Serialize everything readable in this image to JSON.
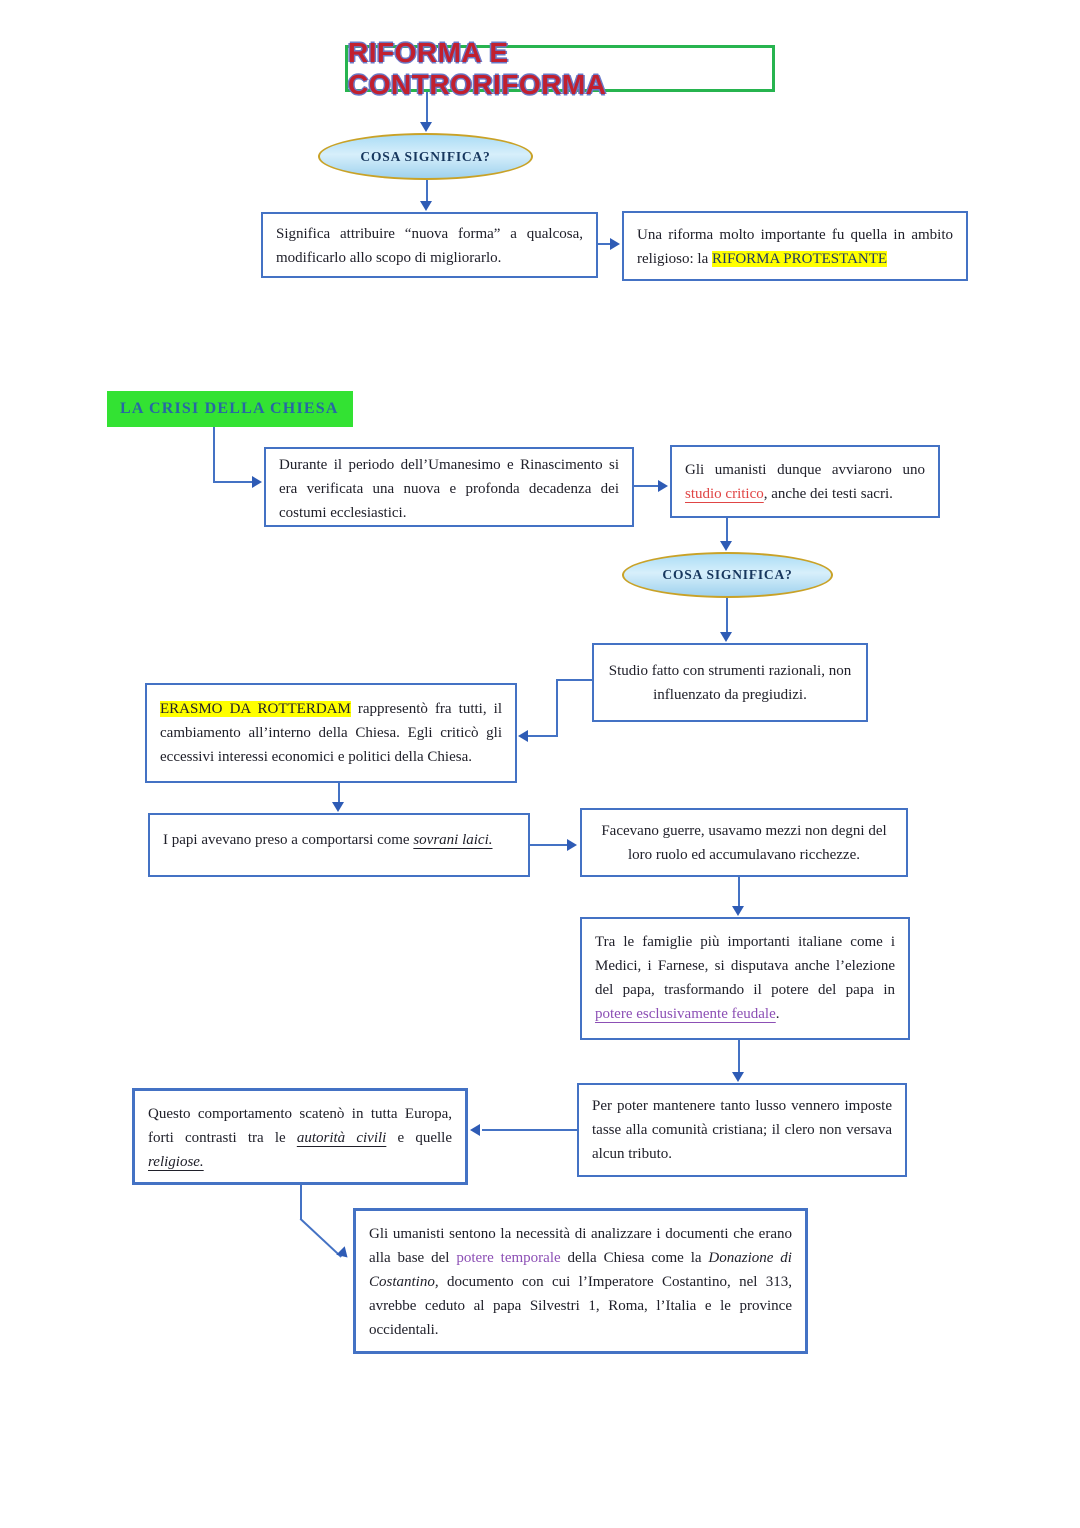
{
  "title": "RIFORMA E CONTRORIFORMA",
  "ellipses": {
    "first": "COSA SIGNIFICA?",
    "second": "COSA SIGNIFICA?"
  },
  "section_label": "LA CRISI DELLA CHIESA",
  "boxes": {
    "significa": {
      "segments": [
        {
          "t": "Significa attribuire “nuova forma” a qualcosa, modificarlo allo scopo di migliorarlo."
        }
      ]
    },
    "riforma_protestante": {
      "segments": [
        {
          "t": "Una riforma molto importante fu quella in ambito religioso: la "
        },
        {
          "t": "RIFORMA PROTESTANTE",
          "s": "hl-navy"
        }
      ]
    },
    "durante": {
      "segments": [
        {
          "t": "Durante il periodo dell’Umanesimo e Rinascimento si era verificata una nuova e profonda decadenza dei costumi ecclesiastici."
        }
      ]
    },
    "umanisti": {
      "segments": [
        {
          "t": "Gli umanisti dunque avviarono uno "
        },
        {
          "t": "studio critico",
          "s": "red-u"
        },
        {
          "t": ", anche dei testi sacri."
        }
      ]
    },
    "studio": {
      "text": "Studio fatto con strumenti razionali, non influenzato da pregiudizi."
    },
    "erasmo": {
      "segments": [
        {
          "t": "ERASMO DA ROTTERDAM",
          "s": "hl"
        },
        {
          "t": " rappresentò fra tutti, il cambiamento all’interno della Chiesa. Egli criticò gli eccessivi interessi economici e politici della Chiesa."
        }
      ]
    },
    "papi": {
      "segments": [
        {
          "t": "I papi avevano preso a comportarsi come "
        },
        {
          "t": "sovrani laici.",
          "s": "it-u"
        }
      ]
    },
    "facevano": {
      "text": "Facevano guerre, usavamo mezzi non degni del loro ruolo ed accumulavano ricchezze."
    },
    "famiglie": {
      "segments": [
        {
          "t": "Tra le famiglie più importanti italiane come i Medici, i Farnese, si disputava anche l’elezione del papa, trasformando il potere del papa in "
        },
        {
          "t": "potere esclusivamente feudale",
          "s": "purple-u"
        },
        {
          "t": "."
        }
      ]
    },
    "lusso": {
      "segments": [
        {
          "t": "Per poter mantenere tanto lusso vennero imposte tasse alla comunità cristiana; il clero non versava alcun tributo."
        }
      ]
    },
    "questo": {
      "segments": [
        {
          "t": "Questo comportamento scatenò in tutta Europa, forti contrasti tra le "
        },
        {
          "t": "autorità civili",
          "s": "it-u"
        },
        {
          "t": " e quelle "
        },
        {
          "t": "religiose.",
          "s": "it-u"
        }
      ]
    },
    "donazione": {
      "segments": [
        {
          "t": "Gli umanisti sentono la necessità di analizzare i documenti che erano alla base del "
        },
        {
          "t": "potere temporale",
          "s": "purple"
        },
        {
          "t": " della Chiesa come la "
        },
        {
          "t": "Donazione di Costantino,",
          "s": "it"
        },
        {
          "t": " documento con cui l’Imperatore Costantino, nel 313, avrebbe ceduto al papa Silvestri 1, Roma, l’Italia e le province occidentali."
        }
      ]
    }
  },
  "colors": {
    "title_red": "#C1202F",
    "title_outline_blue": "#6A79C8",
    "title_border_green": "#27B44F",
    "section_green": "#33E233",
    "section_text_blue": "#2767A5",
    "box_border_blue": "#4472C4",
    "arrow_blue": "#2E5BB5",
    "ellipse_fill_blue": "#AADCF5",
    "ellipse_border_gold": "#C9A227",
    "highlight_yellow": "#FFFF00",
    "highlight_navy_text": "#1F3864",
    "red_text": "#E04545",
    "purple_text": "#8C4FB5"
  }
}
